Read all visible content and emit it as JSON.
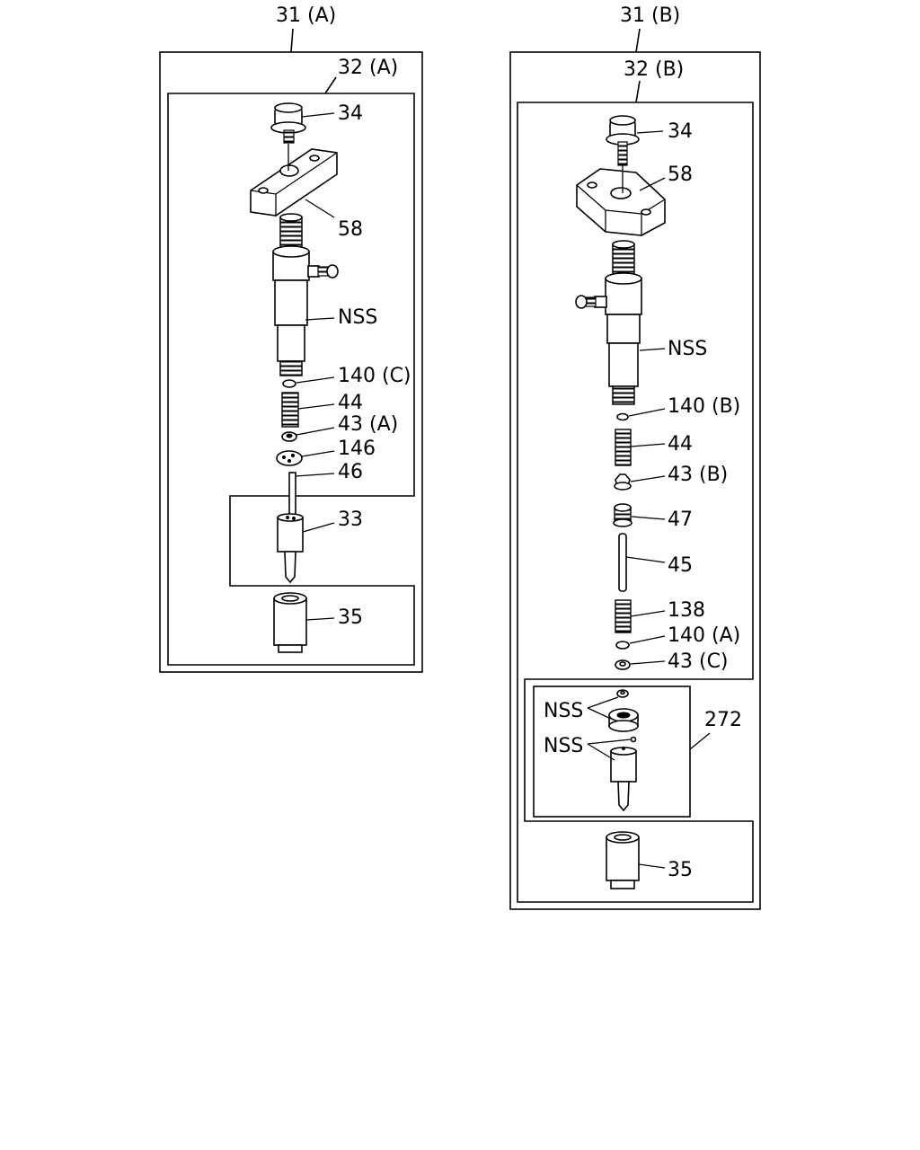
{
  "assembly_a": {
    "title": "31 (A)",
    "subassembly": "32 (A)",
    "labels": {
      "bolt": "34",
      "bracket": "58",
      "holder": "NSS",
      "washer_top": "140 (C)",
      "spring": "44",
      "seat": "43 (A)",
      "spacer": "146",
      "pin": "46",
      "nozzle": "33",
      "nut": "35"
    }
  },
  "assembly_b": {
    "title": "31 (B)",
    "subassembly": "32 (B)",
    "labels": {
      "bolt": "34",
      "bracket": "58",
      "holder": "NSS",
      "washer_top": "140 (B)",
      "spring": "44",
      "seat": "43 (B)",
      "cap": "47",
      "rod": "45",
      "spring_lower": "138",
      "washer_lower": "140 (A)",
      "seat_lower": "43 (C)",
      "nozzle_kit": "272",
      "nss_upper": "NSS",
      "nss_lower": "NSS",
      "nut": "35"
    }
  }
}
